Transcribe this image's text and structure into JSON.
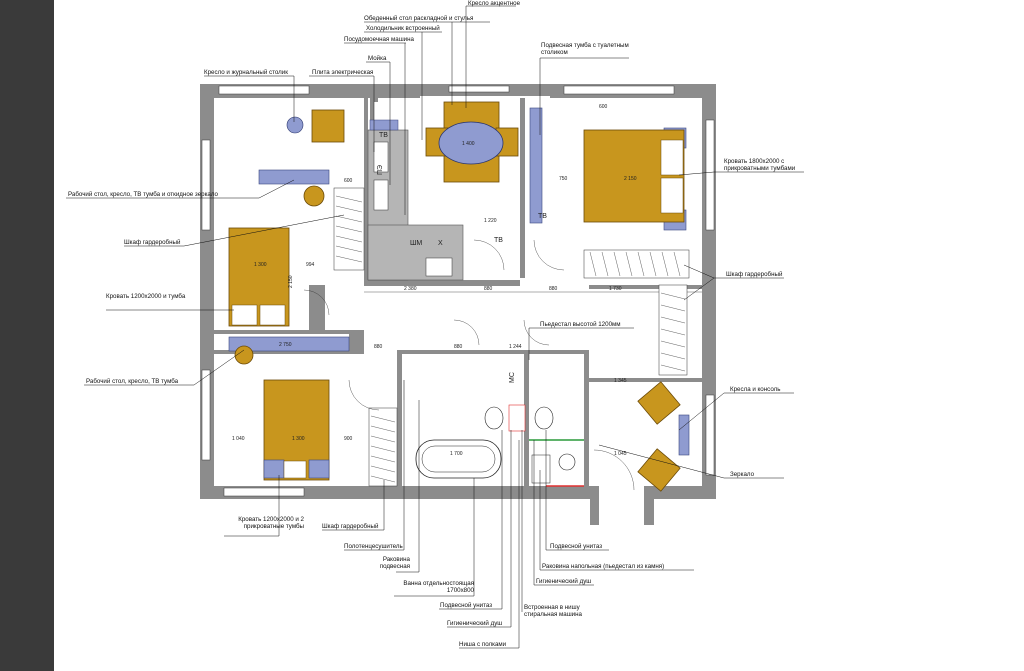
{
  "labels": {
    "armchair_accent": "Кресло акцентное",
    "dining": "Обеденный стол раскладной и стулья",
    "fridge": "Холодильник встроенный",
    "dishwasher": "Посудомоечная машина",
    "sink": "Мойка",
    "stove": "Плита электрическая",
    "armchair_table": "Кресло и журнальный столик",
    "pedestal_dressing": "Подвесная тумба с туалетным столиком",
    "workdesk_1": "Рабочий стол, кресло, ТВ тумба и откидное зеркало",
    "wardrobe_1": "Шкаф гардеробный",
    "bed_1200": "Кровать 1200х2000 и тумба",
    "workdesk_2": "Рабочий стол, кресло, ТВ тумба",
    "bed_1800": "Кровать 1800х2000 с прикроватными тумбами",
    "wardrobe_2": "Шкаф гардеробный",
    "armchairs_console": "Кресла и консоль",
    "mirror": "Зеркало",
    "pedestal_1200": "Пьедестал высотой 1200мм",
    "bed_1200_2": "Кровать 1200х2000 и 2 прикроватные тумбы",
    "wardrobe_3": "Шкаф гардеробный",
    "towel": "Полотенцесушитель",
    "sink_hanging": "Раковина подвесная",
    "bath": "Ванна отдельностоящая 1700х800",
    "wc_hanging": "Подвесной унитаз",
    "hyg_shower": "Гигиенический душ",
    "niche": "Ниша с полками",
    "washer": "Встроенная в нишу стиральная машина",
    "wc_hanging_2": "Подвесной унитаз",
    "sink_counter": "Раковина напольная (пьедестал из камня)",
    "hyg_shower_2": "Гигиенический душ"
  },
  "marks": {
    "sh": "ШМ",
    "x": "Х",
    "pe": "ПЭ",
    "tv": "ТВ",
    "ms": "МС"
  },
  "dims": {
    "d1400": "1 400",
    "d2150": "2 150",
    "d1300": "1 300",
    "d994": "994",
    "d2380": "2 380",
    "d880": "880",
    "d1730": "1 730",
    "d1220": "1 220",
    "d1244": "1 244",
    "d2750": "2 750",
    "d1040": "1 040",
    "d900": "900",
    "d1345": "1 345",
    "d1045": "1 045",
    "d1700": "1 700",
    "d2150b": "2 150",
    "d600": "600",
    "d750": "750"
  },
  "colors": {
    "furniture": "#c8961e",
    "textile": "#8f9bd0",
    "wall": "#8c8c8c",
    "accent_red": "#e03030",
    "accent_green": "#2a9a3a"
  }
}
